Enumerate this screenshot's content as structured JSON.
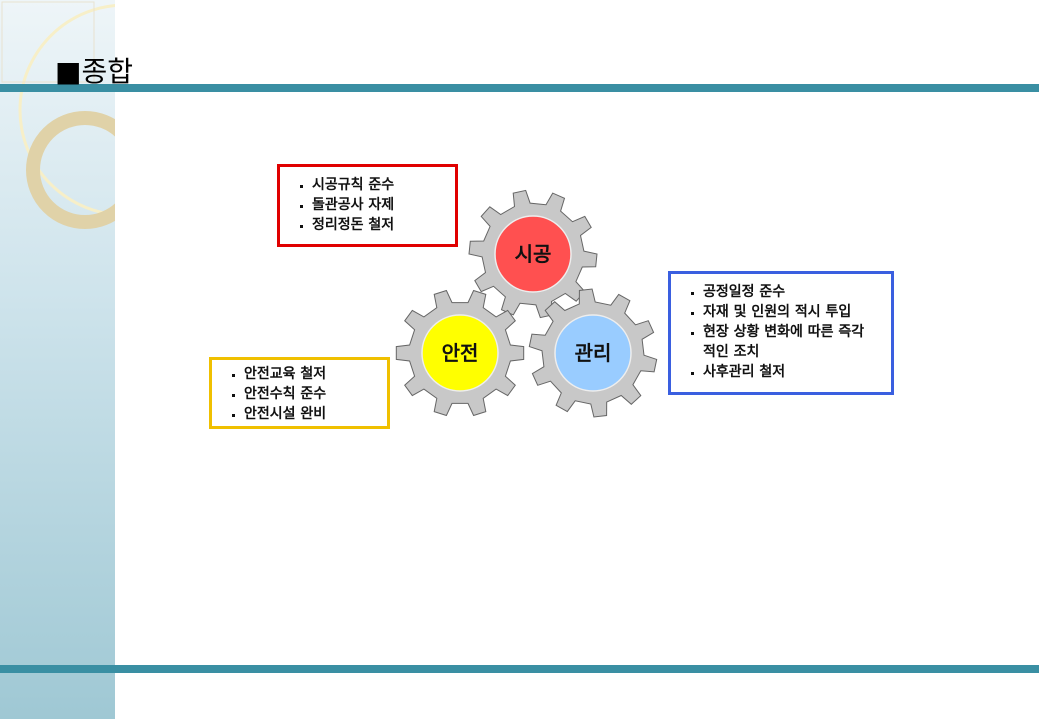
{
  "title": "■종합",
  "colors": {
    "band": "#3a8fa3",
    "gear": "#c8c8c8",
    "red_box": "#e00000",
    "blue_box": "#3a5fe0",
    "yellow_box": "#f0c000"
  },
  "gears": [
    {
      "label": "시공",
      "color": "#ff5050"
    },
    {
      "label": "안전",
      "color": "#ffff00"
    },
    {
      "label": "관리",
      "color": "#99ccff"
    }
  ],
  "boxes": {
    "construction": [
      "시공규칙 준수",
      "돌관공사 자제",
      "정리정돈 철저"
    ],
    "management": [
      "공정일정 준수",
      "자재 및 인원의 적시 투입",
      "현장 상황 변화에 따른 즉각적인 조치",
      "사후관리 철저"
    ],
    "safety": [
      "안전교육 철저",
      "안전수칙 준수",
      "안전시설 완비"
    ]
  }
}
